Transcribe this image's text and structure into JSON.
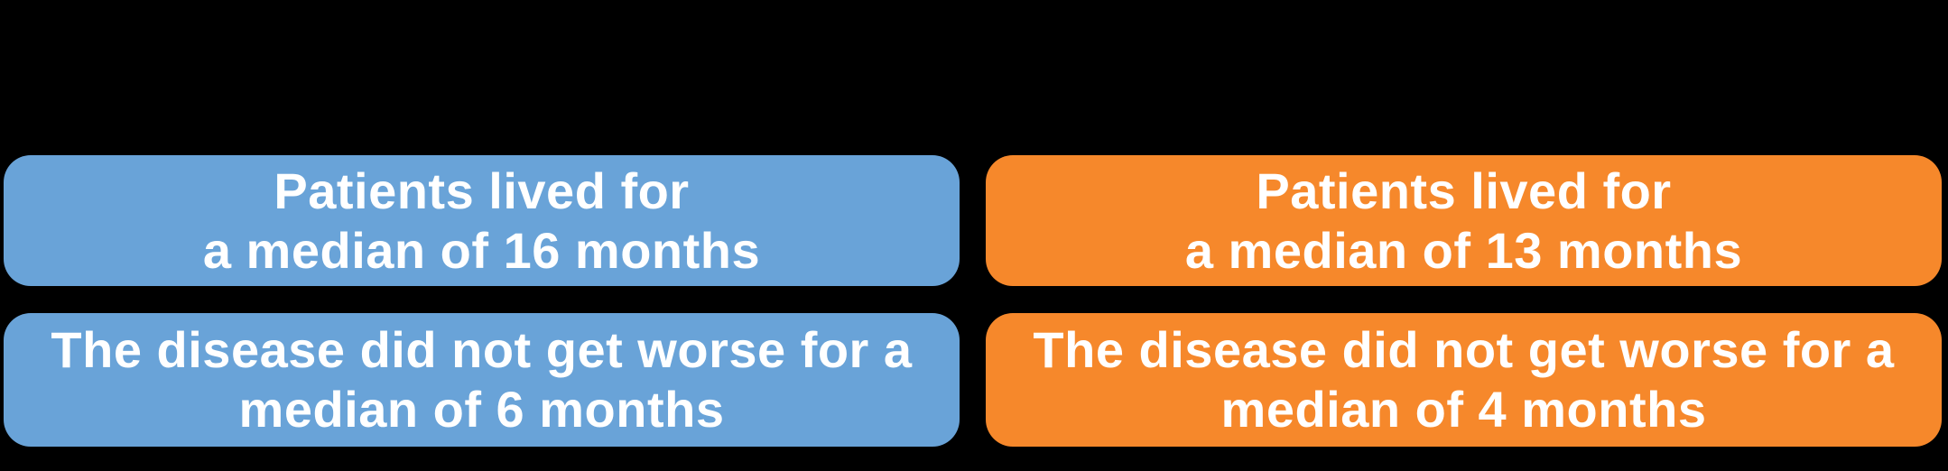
{
  "background_color": "#000000",
  "colors": {
    "arm_a_blue": "#69A3D8",
    "arm_b_orange": "#F6882B",
    "text_white": "#FFFFFF"
  },
  "cards": [
    {
      "id": "survival-blue",
      "color": "#69A3D8",
      "line1": "Patients lived for",
      "line2": "a median of 16 months"
    },
    {
      "id": "survival-orange",
      "color": "#F6882B",
      "line1": "Patients lived for",
      "line2": "a median of 13 months"
    },
    {
      "id": "progression-blue",
      "color": "#69A3D8",
      "line1": "The disease did not get worse for a",
      "line2": "median of 6 months"
    },
    {
      "id": "progression-orange",
      "color": "#F6882B",
      "line1": "The disease did not get worse for a",
      "line2": "median of 4 months"
    }
  ]
}
